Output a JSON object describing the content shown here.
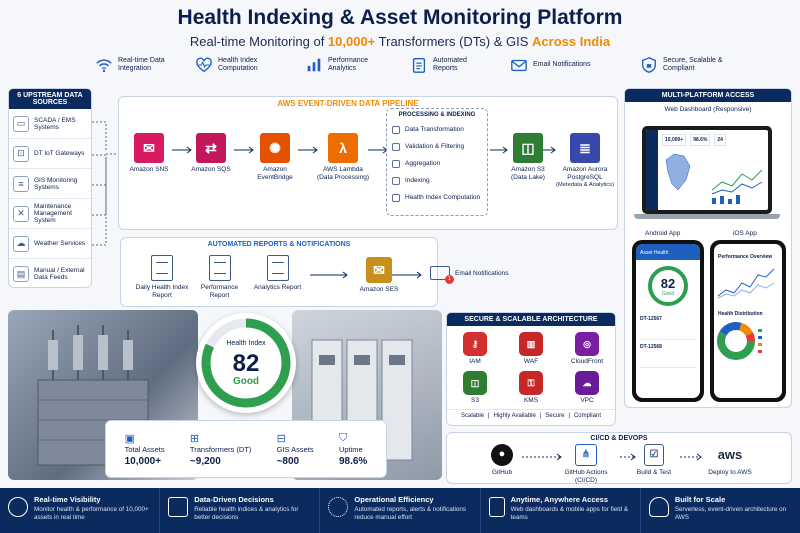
{
  "header": {
    "title": "Health Indexing & Asset Monitoring Platform",
    "subtitle_pre": "Real-time Monitoring of ",
    "subtitle_hl1": "10,000+",
    "subtitle_mid": " Transformers (DTs) & GIS ",
    "subtitle_hl2": "Across India"
  },
  "features": [
    {
      "label": "Real-time Data Integration",
      "icon": "wifi-icon"
    },
    {
      "label": "Health Index Computation",
      "icon": "heart-pulse-icon"
    },
    {
      "label": "Performance Analytics",
      "icon": "bar-chart-icon"
    },
    {
      "label": "Automated Reports",
      "icon": "clipboard-icon"
    },
    {
      "label": "Email Notifications",
      "icon": "mail-icon"
    },
    {
      "label": "Secure, Scalable & Compliant",
      "icon": "shield-icon"
    }
  ],
  "sources": {
    "title": "6 UPSTREAM DATA SOURCES",
    "items": [
      {
        "label": "SCADA / EMS Systems",
        "icon": "monitor-icon"
      },
      {
        "label": "DT IoT Gateways",
        "icon": "router-icon"
      },
      {
        "label": "GIS Monitoring Systems",
        "icon": "server-icon"
      },
      {
        "label": "Maintenance Management System",
        "icon": "wrench-icon"
      },
      {
        "label": "Weather Services",
        "icon": "cloud-icon"
      },
      {
        "label": "Manual / External Data Feeds",
        "icon": "document-icon"
      }
    ]
  },
  "pipeline": {
    "title": "AWS EVENT-DRIVEN DATA PIPELINE",
    "services": [
      {
        "label": "Amazon SNS",
        "sub": "",
        "color": "#d81b60"
      },
      {
        "label": "Amazon SQS",
        "sub": "",
        "color": "#c2185b"
      },
      {
        "label": "Amazon EventBridge",
        "sub": "",
        "color": "#e65100"
      },
      {
        "label": "AWS Lambda",
        "sub": "(Data Processing)",
        "color": "#ef6c00"
      },
      {
        "label": "Amazon S3",
        "sub": "(Data Lake)",
        "color": "#2e7d32"
      },
      {
        "label": "Amazon Aurora PostgreSQL",
        "sub": "(Metedata & Analytics)",
        "color": "#3949ab"
      }
    ],
    "processing": {
      "title": "PROCESSING & INDEXING",
      "steps": [
        "Data Transformation",
        "Validation & Filtering",
        "Aggregation",
        "Indexing",
        "Health Index Computation"
      ]
    }
  },
  "reports": {
    "title": "AUTOMATED REPORTS & NOTIFICATIONS",
    "items": [
      "Daily Health Index Report",
      "Performance Report",
      "Analytics Report"
    ],
    "ses": "Amazon SES",
    "email": "Email Notifications",
    "badge": "1"
  },
  "health": {
    "label": "Health Index",
    "value": 82,
    "status": "Good",
    "gauge_fraction": 0.82
  },
  "stats": [
    {
      "label": "Total Assets",
      "value": "10,000+"
    },
    {
      "label": "Transformers (DT)",
      "value": "~9,200"
    },
    {
      "label": "GIS Assets",
      "value": "~800"
    },
    {
      "label": "Uptime",
      "value": "98.6%"
    }
  ],
  "security": {
    "title": "SECURE & SCALABLE ARCHITECTURE",
    "items": [
      {
        "label": "IAM",
        "color": "#d32f2f"
      },
      {
        "label": "WAF",
        "color": "#c62828"
      },
      {
        "label": "CloudFront",
        "color": "#7b1fa2"
      },
      {
        "label": "S3",
        "color": "#2e7d32"
      },
      {
        "label": "KMS",
        "color": "#c62828"
      },
      {
        "label": "VPC",
        "color": "#6a1b9a"
      }
    ],
    "tags": [
      "Scalable",
      "Highly Available",
      "Secure",
      "Compliant"
    ]
  },
  "platform": {
    "title": "MULTI-PLATFORM ACCESS",
    "web": "Web Dashboard (Responsive)",
    "android": "Android App",
    "ios": "iOS App",
    "android_header": "Asset Health",
    "android_value": "82",
    "android_status": "Good",
    "android_dt1": "DT-12567",
    "android_dt2": "DT-12568",
    "ios_header": "Performance Overview",
    "ios_dist": "Health Distribution",
    "web_kpis": [
      "10,000+",
      "98.6%",
      "24"
    ]
  },
  "cicd": {
    "title": "CI/CD & DEVOPS",
    "steps": [
      "GitHub",
      "GitHub Actions (CI/CD)",
      "Build & Test",
      "Deploy to AWS"
    ],
    "aws": "aws"
  },
  "footer": [
    {
      "title": "Real-time Visibility",
      "desc": "Monitor health & performance of 10,000+ assets in real time"
    },
    {
      "title": "Data-Driven Decisions",
      "desc": "Reliable health indices & analytics for better decisions"
    },
    {
      "title": "Operational Efficiency",
      "desc": "Automated reports, alerts & notifications reduce manual effort"
    },
    {
      "title": "Anytime, Anywhere Access",
      "desc": "Web dashboards & mobile apps for field & teams"
    },
    {
      "title": "Built for Scale",
      "desc": "Serverless, event-driven architecture on AWS"
    }
  ],
  "colors": {
    "navy": "#0b2a5e",
    "accent": "#f08a00",
    "good": "#2e9e4f"
  }
}
